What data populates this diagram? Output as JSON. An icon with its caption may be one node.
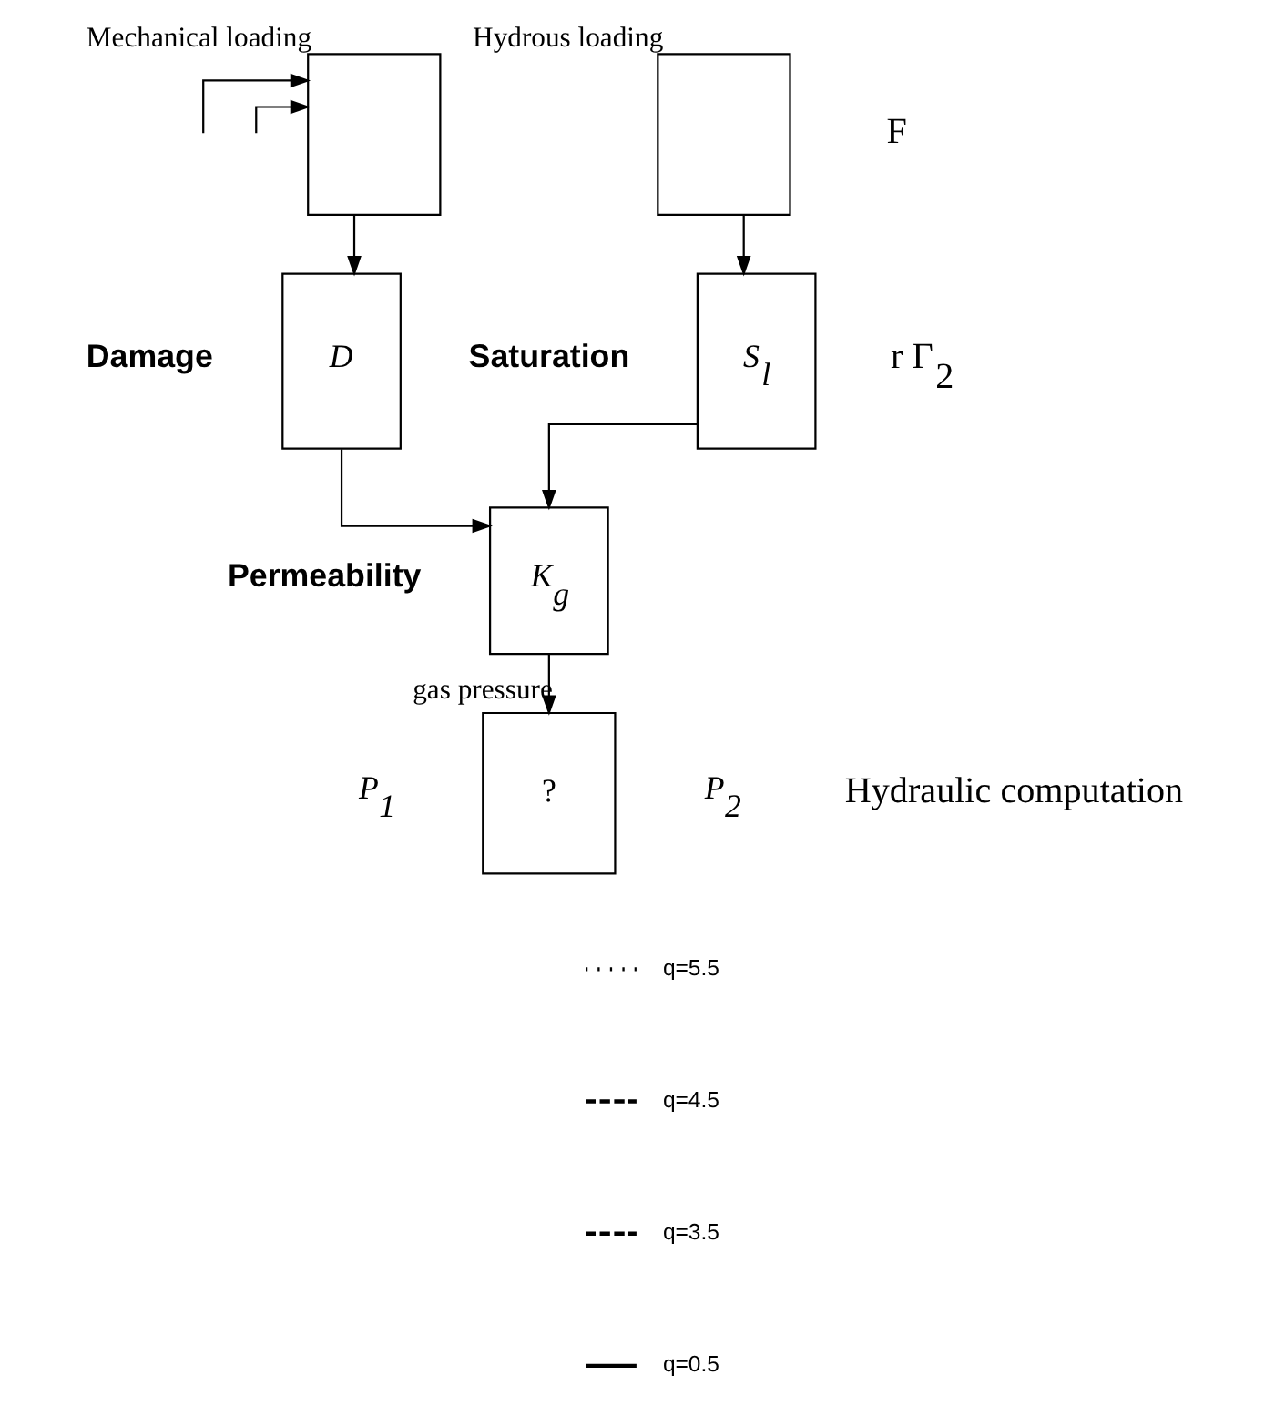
{
  "diagram": {
    "nodes": [
      {
        "text": [
          "Mechanical loading"
        ]
      },
      {
        "text": [
          "Hydrous loading"
        ]
      },
      {
        "text": [
          "D"
        ],
        "beside": [
          "Damage"
        ]
      },
      {
        "text": [
          "S$_{l}$"
        ],
        "beside": [
          "Saturation"
        ]
      },
      {
        "text": [
          "K$_{g}$"
        ],
        "beside": [
          "Permeability"
        ]
      },
      {
        "text": [
          "?"
        ],
        "beside": [
          "P$_{1}$",
          "P$_{2}$"
        ]
      }
    ],
    "edges": [
      {
        "from": null,
        "to": 0,
        "arrow": "to"
      },
      {
        "from": null,
        "to": 0,
        "arrow": "to"
      },
      {
        "from": 0,
        "to": 2,
        "arrow": "to"
      },
      {
        "from": 1,
        "to": 3,
        "arrow": "to"
      },
      {
        "from": 2,
        "to": 4,
        "arrow": "to"
      },
      {
        "from": 3,
        "to": 4,
        "arrow": "to"
      },
      {
        "from": 4,
        "to": 5,
        "label": "gas pressure",
        "arrow": "to"
      }
    ],
    "labels": [
      "F",
      "r Γ$_{2}$",
      "Hydraulic computation"
    ],
    "legend": [
      {
        "text": "q=5.5"
      },
      {
        "text": "q=4.5"
      },
      {
        "text": "q=3.5"
      },
      {
        "text": "q=0.5"
      }
    ]
  }
}
